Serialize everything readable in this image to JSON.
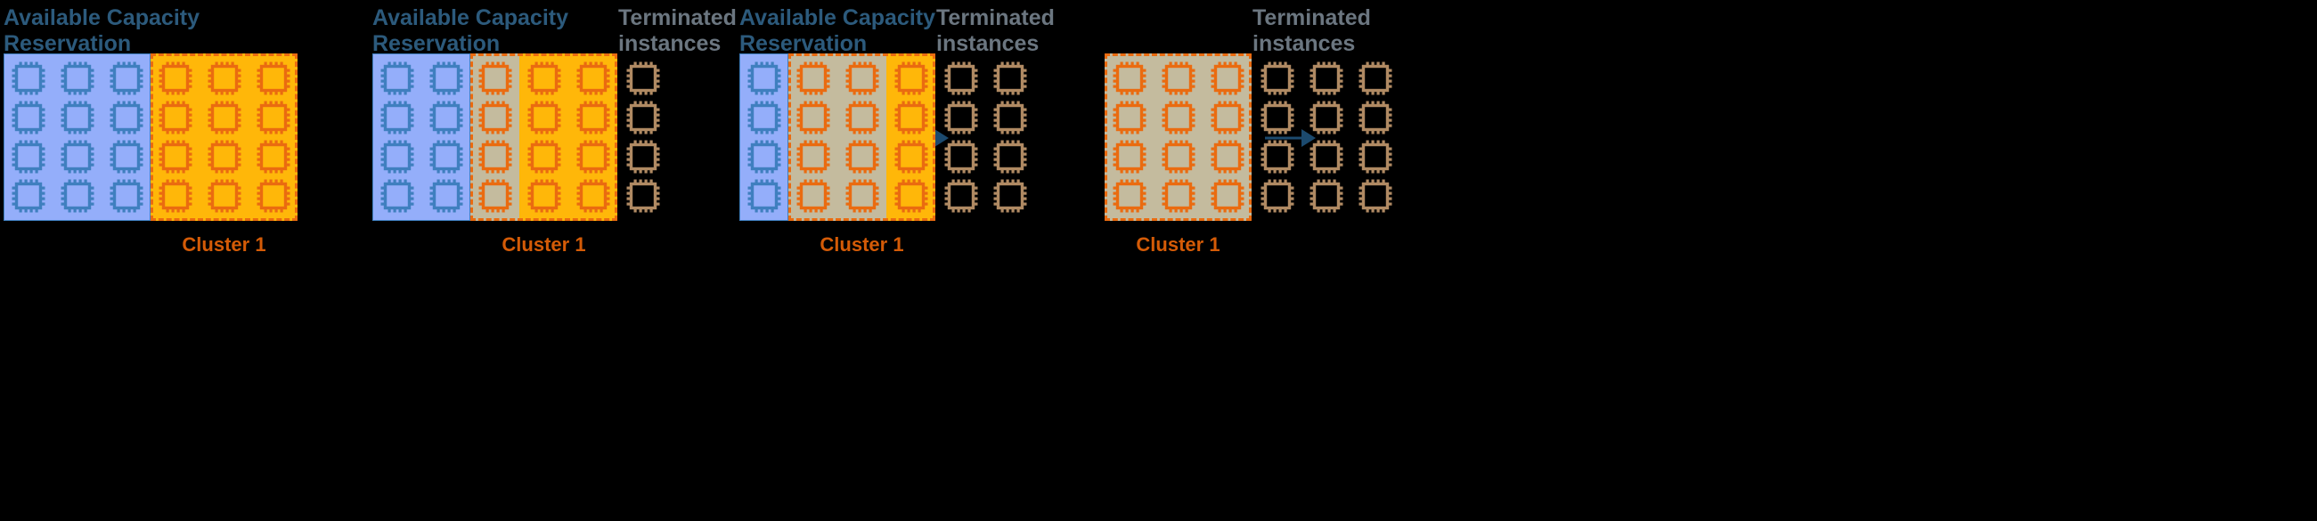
{
  "title": "Capacity Reservation cluster lifecycle",
  "colors": {
    "background": "#000000",
    "available_blue_fill": "#94aefa",
    "available_chip_stroke": "#3f7fbf",
    "cluster_orange_fill": "#ffb709",
    "cluster_chip_stroke": "#ea6b10",
    "unused_tan_fill": "#c4bb9e",
    "terminated_chip_stroke": "#b08a63",
    "acr_label_color": "#2c5a7c",
    "terminated_label_color": "#6b7680",
    "cluster_label_color": "#d45b07",
    "arrow_color": "#1c4a6e"
  },
  "labels": {
    "available_capacity_reservation": "Available Capacity\nReservation",
    "terminated_instances": "Terminated\ninstances",
    "cluster_1": "Cluster 1"
  },
  "icons": {
    "chip": "chip-icon",
    "arrow": "arrow-right-icon"
  },
  "panels": [
    {
      "id": "panel-1",
      "acr_label": "Available Capacity\nReservation",
      "terminated_label": null,
      "cluster_label": "Cluster 1",
      "rows": 4,
      "columns": [
        {
          "state": "available",
          "fill": "blue",
          "chip": "blue"
        },
        {
          "state": "available",
          "fill": "blue",
          "chip": "blue"
        },
        {
          "state": "available",
          "fill": "blue",
          "chip": "blue"
        },
        {
          "state": "cluster-running",
          "fill": "orange",
          "chip": "orange"
        },
        {
          "state": "cluster-running",
          "fill": "orange",
          "chip": "orange"
        },
        {
          "state": "cluster-running",
          "fill": "orange",
          "chip": "orange"
        }
      ],
      "terminated_columns": 0
    },
    {
      "id": "panel-2",
      "acr_label": "Available Capacity\nReservation",
      "terminated_label": "Terminated\ninstances",
      "cluster_label": "Cluster 1",
      "rows": 4,
      "columns": [
        {
          "state": "available",
          "fill": "blue",
          "chip": "blue"
        },
        {
          "state": "available",
          "fill": "blue",
          "chip": "blue"
        },
        {
          "state": "cluster-unused",
          "fill": "tan",
          "chip": "orange"
        },
        {
          "state": "cluster-running",
          "fill": "orange",
          "chip": "orange"
        },
        {
          "state": "cluster-running",
          "fill": "orange",
          "chip": "orange"
        }
      ],
      "terminated_columns": 1
    },
    {
      "id": "panel-3",
      "acr_label": "Available Capacity\nReservation",
      "terminated_label": "Terminated\ninstances",
      "cluster_label": "Cluster 1",
      "rows": 4,
      "columns": [
        {
          "state": "available",
          "fill": "blue",
          "chip": "blue"
        },
        {
          "state": "cluster-unused",
          "fill": "tan",
          "chip": "orange"
        },
        {
          "state": "cluster-unused",
          "fill": "tan",
          "chip": "orange"
        },
        {
          "state": "cluster-running",
          "fill": "orange",
          "chip": "orange"
        }
      ],
      "terminated_columns": 2
    },
    {
      "id": "panel-4",
      "acr_label": null,
      "terminated_label": "Terminated\ninstances",
      "cluster_label": "Cluster 1",
      "rows": 4,
      "columns": [
        {
          "state": "cluster-unused",
          "fill": "tan",
          "chip": "orange"
        },
        {
          "state": "cluster-unused",
          "fill": "tan",
          "chip": "orange"
        },
        {
          "state": "cluster-unused",
          "fill": "tan",
          "chip": "orange"
        }
      ],
      "terminated_columns": 3
    }
  ],
  "arrows": [
    {
      "id": "arrow-1",
      "from": "panel-1",
      "to": "panel-2"
    },
    {
      "id": "arrow-2",
      "from": "panel-2",
      "to": "panel-3"
    },
    {
      "id": "arrow-3",
      "from": "panel-3",
      "to": "panel-4"
    }
  ]
}
